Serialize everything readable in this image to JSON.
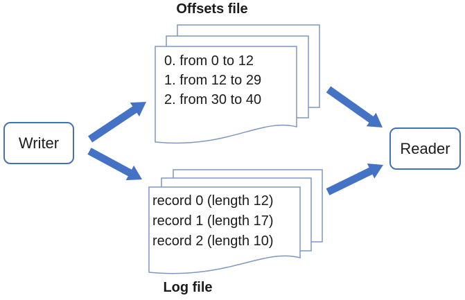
{
  "diagram": {
    "offsets_file": {
      "title": "Offsets file",
      "lines": [
        "0. from 0 to 12",
        "1. from 12 to 29",
        "2. from 30 to 40"
      ]
    },
    "log_file": {
      "title": "Log file",
      "lines": [
        "record 0 (length 12)",
        "record 1 (length 17)",
        "record 2 (length 10)"
      ]
    },
    "nodes": {
      "writer_label": "Writer",
      "reader_label": "Reader"
    },
    "colors": {
      "arrow": "#4472c4",
      "page_border": "#7e96c4",
      "node_border": "#4470b8",
      "text": "#1b1b1b"
    }
  }
}
